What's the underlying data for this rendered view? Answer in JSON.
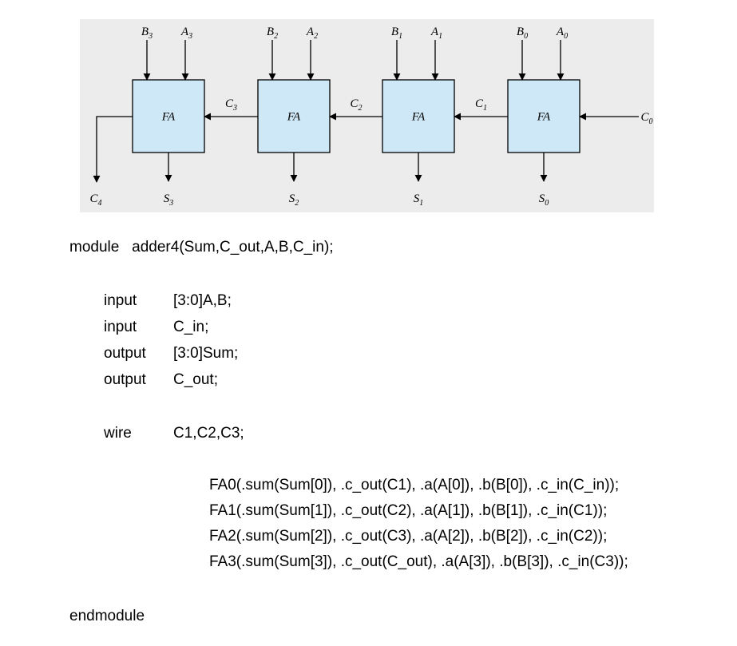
{
  "diagram": {
    "blocks": [
      {
        "label": "FA",
        "a": "A",
        "b": "B",
        "idx": "3",
        "sum": "S",
        "sum_idx": "3"
      },
      {
        "label": "FA",
        "a": "A",
        "b": "B",
        "idx": "2",
        "sum": "S",
        "sum_idx": "2"
      },
      {
        "label": "FA",
        "a": "A",
        "b": "B",
        "idx": "1",
        "sum": "S",
        "sum_idx": "1"
      },
      {
        "label": "FA",
        "a": "A",
        "b": "B",
        "idx": "0",
        "sum": "S",
        "sum_idx": "0"
      }
    ],
    "carries": [
      {
        "name": "C",
        "idx": "3"
      },
      {
        "name": "C",
        "idx": "2"
      },
      {
        "name": "C",
        "idx": "1"
      }
    ],
    "carry_in": {
      "name": "C",
      "idx": "0"
    },
    "carry_out": {
      "name": "C",
      "idx": "4"
    },
    "colors": {
      "block_fill": "#cfe8f7",
      "block_stroke": "#000000",
      "panel_bg": "#ececec"
    }
  },
  "code": {
    "module_line": "module   adder4(Sum,C_out,A,B,C_in);",
    "declarations": [
      {
        "kw": "input",
        "val": "[3:0]A,B;"
      },
      {
        "kw": "input",
        "val": "C_in;"
      },
      {
        "kw": "output",
        "val": "[3:0]Sum;"
      },
      {
        "kw": "output",
        "val": "C_out;"
      }
    ],
    "wire": {
      "kw": "wire",
      "val": "C1,C2,C3;"
    },
    "instances": [
      "FA0(.sum(Sum[0]), .c_out(C1), .a(A[0]), .b(B[0]), .c_in(C_in));",
      "FA1(.sum(Sum[1]), .c_out(C2), .a(A[1]), .b(B[1]), .c_in(C1));",
      "FA2(.sum(Sum[2]), .c_out(C3), .a(A[2]), .b(B[2]), .c_in(C2));",
      "FA3(.sum(Sum[3]), .c_out(C_out), .a(A[3]), .b(B[3]), .c_in(C3));"
    ],
    "end_line": "endmodule"
  }
}
